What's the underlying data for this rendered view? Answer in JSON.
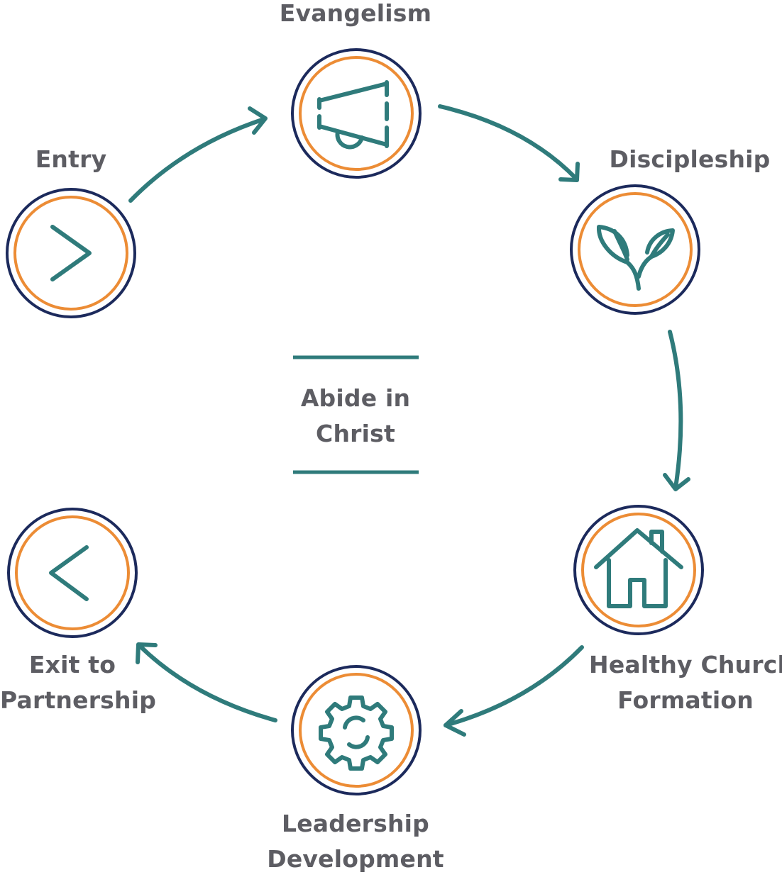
{
  "nodes": {
    "evangelism": {
      "label": [
        "Evangelism"
      ],
      "icon": "megaphone-icon"
    },
    "discipleship": {
      "label": [
        "Discipleship"
      ],
      "icon": "sprout-icon"
    },
    "healthy_church": {
      "label": [
        "Healthy Church",
        "Formation"
      ],
      "icon": "house-icon"
    },
    "leadership": {
      "label": [
        "Leadership",
        "Development"
      ],
      "icon": "gear-icon"
    },
    "exit": {
      "label": [
        "Exit to",
        "Partnership"
      ],
      "icon": "chevron-left-icon"
    },
    "entry": {
      "label": [
        "Entry"
      ],
      "icon": "chevron-right-icon"
    }
  },
  "center": {
    "label": [
      "Abide in",
      "Christ"
    ]
  },
  "colors": {
    "teal": "#2f7b7b",
    "navy": "#1c2a5c",
    "orange": "#ec8c35",
    "text": "#5d5d63"
  }
}
